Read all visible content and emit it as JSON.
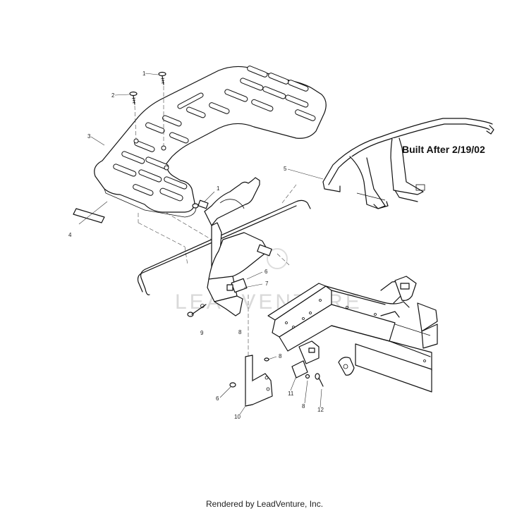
{
  "note": "Built After 2/19/02",
  "footer": "Rendered by LeadVenture, Inc.",
  "watermark": "LEADVENTURE",
  "callouts": {
    "c1a": "1",
    "c2": "2",
    "c3": "3",
    "c4": "4",
    "c1b": "1",
    "c5": "5",
    "c6a": "6",
    "c7": "7",
    "c9": "9",
    "c8a": "8",
    "c8b": "8",
    "c6b": "6",
    "c10": "10",
    "c11": "11",
    "c8c": "8",
    "c12": "12"
  }
}
